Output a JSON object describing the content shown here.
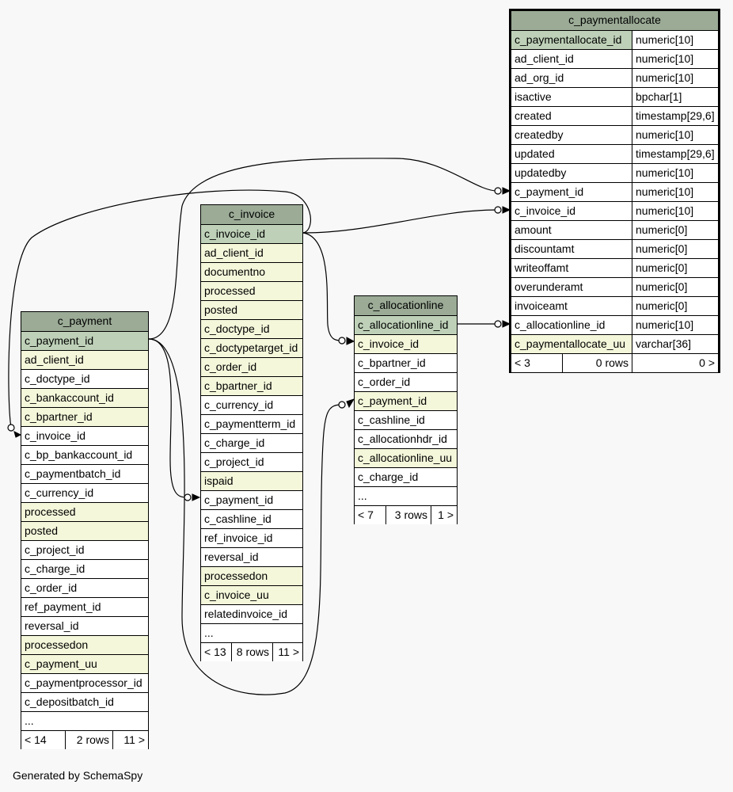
{
  "footer": "Generated by SchemaSpy",
  "colors": {
    "header": "#9bab96",
    "primary_key": "#bed1b8",
    "indexed": "#f4f7da",
    "plain": "#ffffff",
    "background": "#f8f8f8"
  },
  "tables": {
    "c_paymentallocate": {
      "name": "c_paymentallocate",
      "columns": [
        {
          "name": "c_paymentallocate_id",
          "type": "numeric[10]",
          "kind": "pk"
        },
        {
          "name": "ad_client_id",
          "type": "numeric[10]",
          "kind": "plain"
        },
        {
          "name": "ad_org_id",
          "type": "numeric[10]",
          "kind": "plain"
        },
        {
          "name": "isactive",
          "type": "bpchar[1]",
          "kind": "plain"
        },
        {
          "name": "created",
          "type": "timestamp[29,6]",
          "kind": "plain"
        },
        {
          "name": "createdby",
          "type": "numeric[10]",
          "kind": "plain"
        },
        {
          "name": "updated",
          "type": "timestamp[29,6]",
          "kind": "plain"
        },
        {
          "name": "updatedby",
          "type": "numeric[10]",
          "kind": "plain"
        },
        {
          "name": "c_payment_id",
          "type": "numeric[10]",
          "kind": "plain"
        },
        {
          "name": "c_invoice_id",
          "type": "numeric[10]",
          "kind": "plain"
        },
        {
          "name": "amount",
          "type": "numeric[0]",
          "kind": "plain"
        },
        {
          "name": "discountamt",
          "type": "numeric[0]",
          "kind": "plain"
        },
        {
          "name": "writeoffamt",
          "type": "numeric[0]",
          "kind": "plain"
        },
        {
          "name": "overunderamt",
          "type": "numeric[0]",
          "kind": "plain"
        },
        {
          "name": "invoiceamt",
          "type": "numeric[0]",
          "kind": "plain"
        },
        {
          "name": "c_allocationline_id",
          "type": "numeric[10]",
          "kind": "plain"
        },
        {
          "name": "c_paymentallocate_uu",
          "type": "varchar[36]",
          "kind": "idx"
        }
      ],
      "footer": {
        "left": "< 3",
        "mid": "0 rows",
        "right": "0 >"
      }
    },
    "c_invoice": {
      "name": "c_invoice",
      "columns": [
        {
          "name": "c_invoice_id",
          "kind": "pk"
        },
        {
          "name": "ad_client_id",
          "kind": "idx"
        },
        {
          "name": "documentno",
          "kind": "idx"
        },
        {
          "name": "processed",
          "kind": "idx"
        },
        {
          "name": "posted",
          "kind": "idx"
        },
        {
          "name": "c_doctype_id",
          "kind": "idx"
        },
        {
          "name": "c_doctypetarget_id",
          "kind": "idx"
        },
        {
          "name": "c_order_id",
          "kind": "idx"
        },
        {
          "name": "c_bpartner_id",
          "kind": "idx"
        },
        {
          "name": "c_currency_id",
          "kind": "plain"
        },
        {
          "name": "c_paymentterm_id",
          "kind": "plain"
        },
        {
          "name": "c_charge_id",
          "kind": "plain"
        },
        {
          "name": "c_project_id",
          "kind": "plain"
        },
        {
          "name": "ispaid",
          "kind": "idx"
        },
        {
          "name": "c_payment_id",
          "kind": "plain"
        },
        {
          "name": "c_cashline_id",
          "kind": "plain"
        },
        {
          "name": "ref_invoice_id",
          "kind": "plain"
        },
        {
          "name": "reversal_id",
          "kind": "plain"
        },
        {
          "name": "processedon",
          "kind": "idx"
        },
        {
          "name": "c_invoice_uu",
          "kind": "idx"
        },
        {
          "name": "relatedinvoice_id",
          "kind": "plain"
        },
        {
          "name": "...",
          "kind": "plain"
        }
      ],
      "footer": {
        "left": "< 13",
        "mid": "8 rows",
        "right": "11 >"
      }
    },
    "c_allocationline": {
      "name": "c_allocationline",
      "columns": [
        {
          "name": "c_allocationline_id",
          "kind": "pk"
        },
        {
          "name": "c_invoice_id",
          "kind": "idx"
        },
        {
          "name": "c_bpartner_id",
          "kind": "plain"
        },
        {
          "name": "c_order_id",
          "kind": "plain"
        },
        {
          "name": "c_payment_id",
          "kind": "idx"
        },
        {
          "name": "c_cashline_id",
          "kind": "plain"
        },
        {
          "name": "c_allocationhdr_id",
          "kind": "plain"
        },
        {
          "name": "c_allocationline_uu",
          "kind": "idx"
        },
        {
          "name": "c_charge_id",
          "kind": "plain"
        },
        {
          "name": "...",
          "kind": "plain"
        }
      ],
      "footer": {
        "left": "< 7",
        "mid": "3 rows",
        "right": "1 >"
      }
    },
    "c_payment": {
      "name": "c_payment",
      "columns": [
        {
          "name": "c_payment_id",
          "kind": "pk"
        },
        {
          "name": "ad_client_id",
          "kind": "idx"
        },
        {
          "name": "c_doctype_id",
          "kind": "plain"
        },
        {
          "name": "c_bankaccount_id",
          "kind": "idx"
        },
        {
          "name": "c_bpartner_id",
          "kind": "idx"
        },
        {
          "name": "c_invoice_id",
          "kind": "plain"
        },
        {
          "name": "c_bp_bankaccount_id",
          "kind": "plain"
        },
        {
          "name": "c_paymentbatch_id",
          "kind": "plain"
        },
        {
          "name": "c_currency_id",
          "kind": "plain"
        },
        {
          "name": "processed",
          "kind": "idx"
        },
        {
          "name": "posted",
          "kind": "idx"
        },
        {
          "name": "c_project_id",
          "kind": "plain"
        },
        {
          "name": "c_charge_id",
          "kind": "plain"
        },
        {
          "name": "c_order_id",
          "kind": "plain"
        },
        {
          "name": "ref_payment_id",
          "kind": "plain"
        },
        {
          "name": "reversal_id",
          "kind": "plain"
        },
        {
          "name": "processedon",
          "kind": "idx"
        },
        {
          "name": "c_payment_uu",
          "kind": "idx"
        },
        {
          "name": "c_paymentprocessor_id",
          "kind": "plain"
        },
        {
          "name": "c_depositbatch_id",
          "kind": "plain"
        },
        {
          "name": "...",
          "kind": "plain"
        }
      ],
      "footer": {
        "left": "< 14",
        "mid": "2 rows",
        "right": "11 >"
      }
    }
  }
}
